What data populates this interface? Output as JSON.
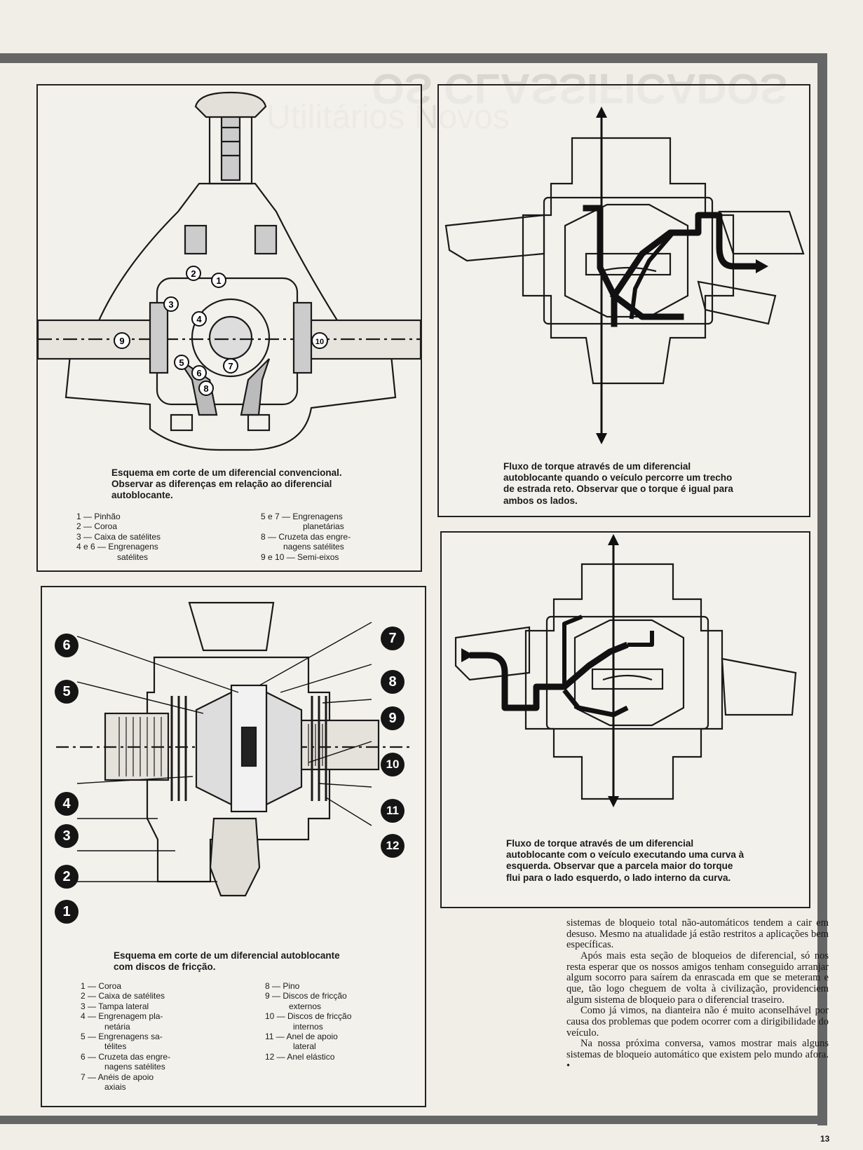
{
  "figures": {
    "conventional": {
      "caption": "Esquema em corte de um diferencial convencional. Observar as diferenças em relação ao diferencial autoblocante.",
      "legend_left": [
        "1 — Pinhão",
        "2 — Coroa",
        "3 — Caixa de satélites",
        "4 e 6 — Engrenagens",
        "satélites"
      ],
      "legend_right": [
        "5 e 7 — Engrenagens",
        "planetárias",
        "8 — Cruzeta das engre-",
        "nagens satélites",
        "9 e 10 — Semi-eixos"
      ],
      "markers": [
        "1",
        "2",
        "3",
        "4",
        "5",
        "6",
        "7",
        "8",
        "9",
        "10"
      ]
    },
    "straight": {
      "caption": "Fluxo de torque através de um diferencial autoblocante quando o veículo percorre um trecho de estrada reto. Observar que o torque é igual para ambos os lados."
    },
    "friction": {
      "caption": "Esquema em corte de um diferencial autoblocante com discos de fricção.",
      "legend_left": [
        "1 — Coroa",
        "2 — Caixa de satélites",
        "3 — Tampa lateral",
        "4 — Engrenagem pla-",
        "netária",
        "5 — Engrenagens sa-",
        "télites",
        "6 — Cruzeta das engre-",
        "nagens satélites",
        "7 — Anéis de apoio",
        "axiais"
      ],
      "legend_right": [
        "8 — Pino",
        "9 — Discos de fricção",
        "externos",
        "10 — Discos de fricção",
        "internos",
        "11 — Anel de apoio",
        "lateral",
        "12 — Anel elástico"
      ],
      "callouts": [
        "1",
        "2",
        "3",
        "4",
        "5",
        "6",
        "7",
        "8",
        "9",
        "10",
        "11",
        "12"
      ]
    },
    "curve": {
      "caption": "Fluxo de torque através de um diferencial autoblocante com o veículo executando uma curva à esquerda. Observar que a parcela maior do torque flui para o lado esquerdo, o lado interno da curva."
    }
  },
  "body_text": [
    "sistemas de bloqueio total não-automáticos tendem a cair em desuso. Mesmo na atualidade já estão restritos a aplicações bem específicas.",
    "Após mais esta seção de bloqueios de diferencial, só nos resta esperar que os nossos amigos tenham conseguido arranjar algum socorro para saírem da enrascada em que se meteram e que, tão logo cheguem de volta à civilização, providenciem algum sistema de bloqueio para o diferencial traseiro.",
    "Como já vimos, na dianteira não é muito aconselhável por causa dos problemas que podem ocorrer com a dirigibilidade do veículo.",
    "Na nossa próxima conversa, vamos mostrar mais alguns sistemas de bloqueio automático que existem pelo mundo afora. •"
  ],
  "page_number": "13",
  "colors": {
    "frame": "#666666",
    "paper": "#f1eee8",
    "ink": "#1a1a1a"
  }
}
